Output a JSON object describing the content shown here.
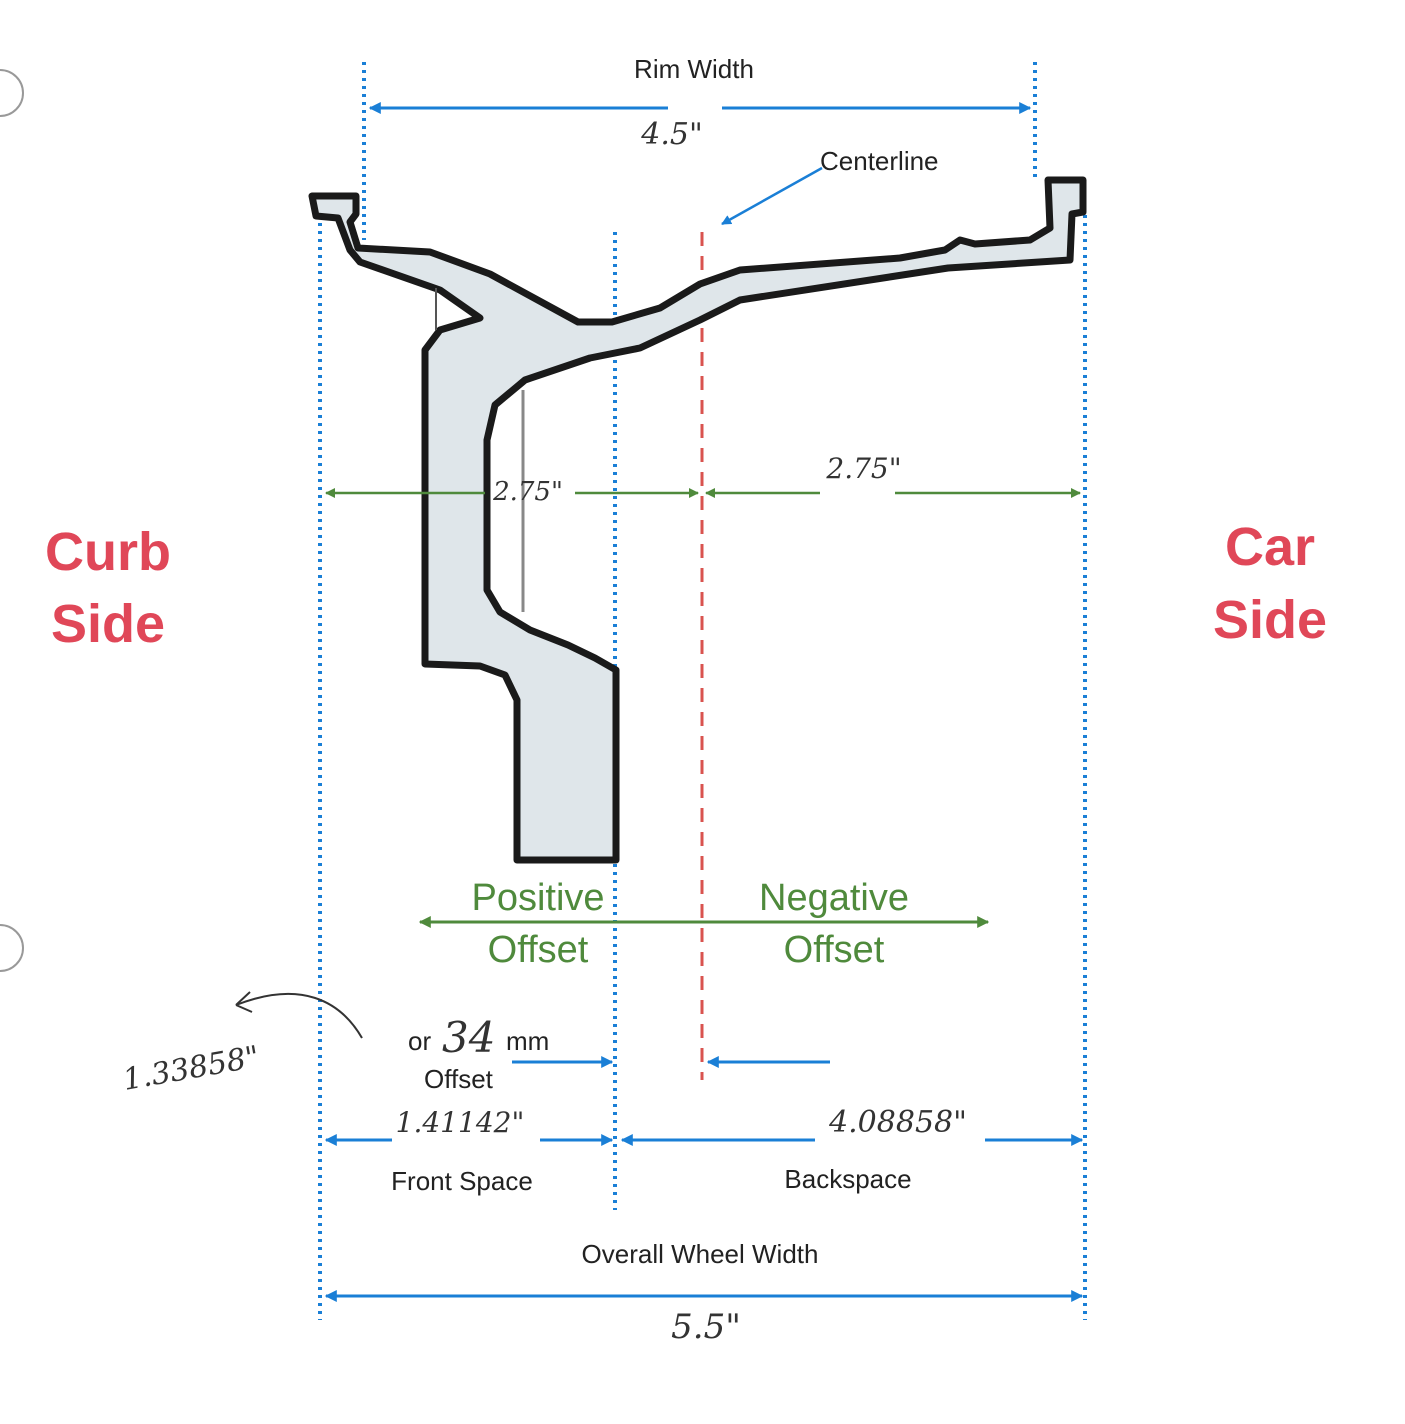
{
  "labels": {
    "rim_width": "Rim Width",
    "rim_width_value": "4.5\"",
    "centerline": "Centerline",
    "left_half": "2.75\"",
    "right_half": "2.75\"",
    "curb_line1": "Curb",
    "curb_line2": "Side",
    "car_line1": "Car",
    "car_line2": "Side",
    "positive_line1": "Positive",
    "positive_line2": "Offset",
    "negative_line1": "Negative",
    "negative_line2": "Offset",
    "offset_or": "or",
    "offset_mm_value": "34",
    "offset_mm_unit": "mm",
    "offset_word": "Offset",
    "offset_inches": "1.33858\"",
    "front_space_value": "1.41142\"",
    "front_space": "Front Space",
    "backspace_value": "4.08858\"",
    "backspace": "Backspace",
    "overall_width": "Overall Wheel Width",
    "overall_width_value": "5.5\""
  },
  "colors": {
    "dim_blue": "#1a7fd6",
    "offset_green": "#4f8a3c",
    "side_red": "#e04758",
    "centerline_red": "#d9534f",
    "wheel_fill": "#dfe6ea",
    "wheel_outline": "#1a1a1a"
  }
}
